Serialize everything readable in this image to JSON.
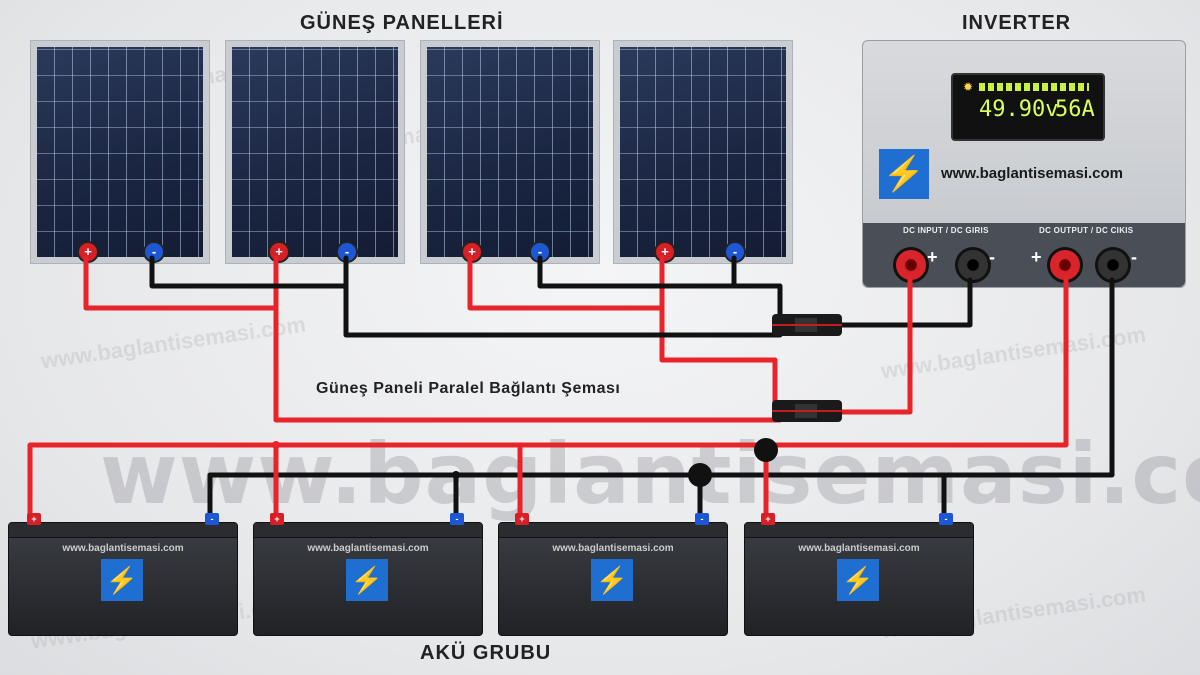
{
  "titles": {
    "panels": "GÜNEŞ PANELLERİ",
    "inverter": "INVERTER",
    "diagram": "Güneş Paneli Paralel Bağlantı Şeması",
    "battery_group": "AKÜ GRUBU"
  },
  "watermark": "www.baglantisemasi.com",
  "panel_terminals": {
    "positive": "+",
    "negative": "-"
  },
  "inverter": {
    "voltage": "49.90v",
    "current": "56A",
    "site": "www.baglantisemasi.com",
    "dc_input_label": "DC INPUT / DC GIRIS",
    "dc_output_label": "DC OUTPUT / DC CIKIS",
    "plus": "+",
    "minus": "-"
  },
  "battery": {
    "site": "www.baglantisemasi.com",
    "plus": "+",
    "minus": "-"
  },
  "colors": {
    "positive_wire": "#e8232a",
    "negative_wire": "#111111",
    "brand_blue": "#1f6ed1"
  },
  "icons": [
    "lightning-bolt-icon",
    "sun-icon"
  ]
}
